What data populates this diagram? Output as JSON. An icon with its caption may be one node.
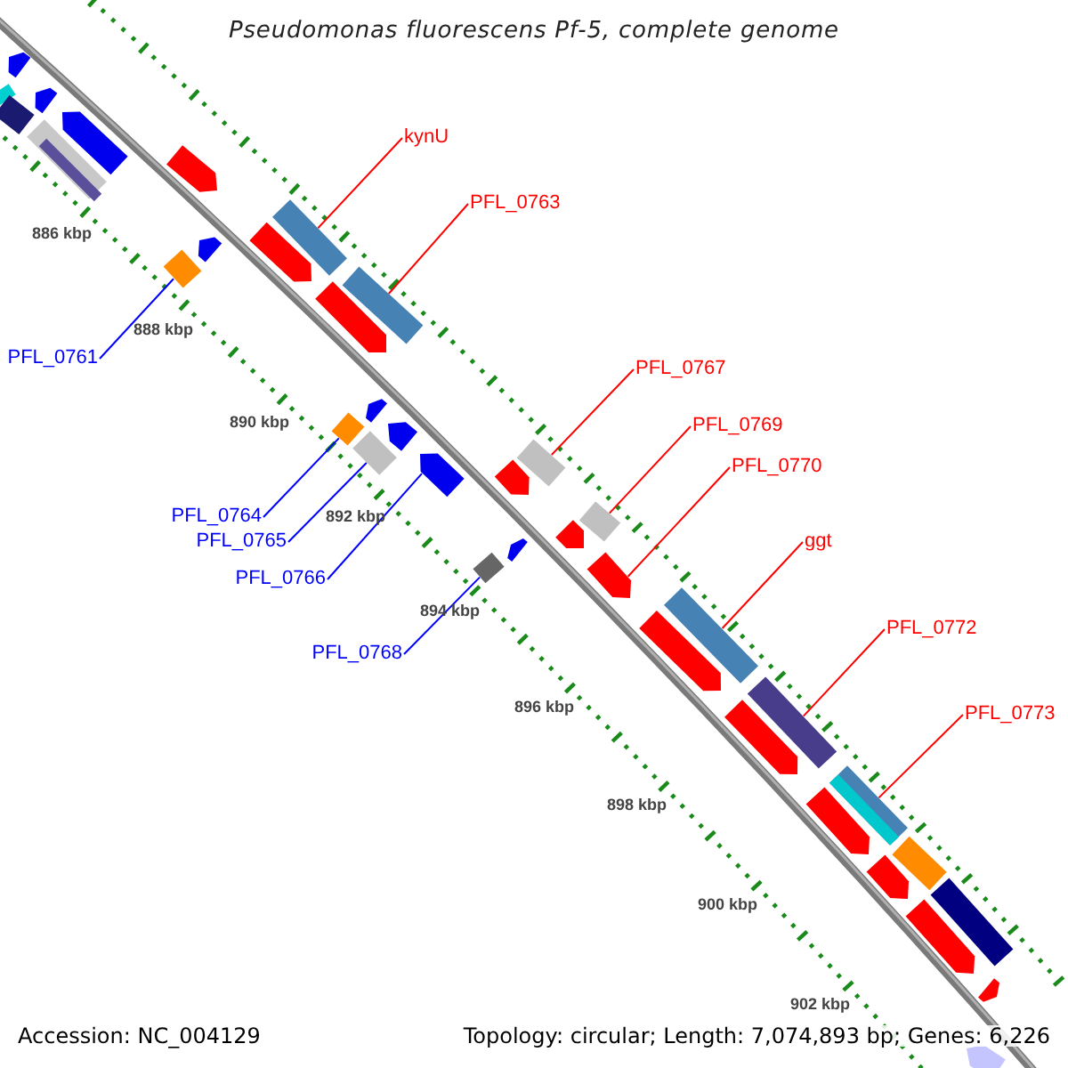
{
  "diagram": {
    "title": "Pseudomonas fluorescens Pf-5, complete genome",
    "nodes": [
      {
        "text": [
          "kynU"
        ]
      },
      {
        "text": [
          "PFL_0763"
        ]
      },
      {
        "text": [
          "PFL_0761"
        ]
      },
      {
        "text": [
          "PFL_0767"
        ]
      },
      {
        "text": [
          "PFL_0769"
        ]
      },
      {
        "text": [
          "PFL_0770"
        ]
      },
      {
        "text": [
          "PFL_0764"
        ]
      },
      {
        "text": [
          "PFL_0765"
        ]
      },
      {
        "text": [
          "ggt"
        ]
      },
      {
        "text": [
          "PFL_0766"
        ]
      },
      {
        "text": [
          "PFL_0772"
        ]
      },
      {
        "text": [
          "PFL_0768"
        ]
      },
      {
        "text": [
          "PFL_0773"
        ]
      },
      {
        "text": [],
        "shape": "box"
      },
      {
        "text": [],
        "shape": "diamond"
      },
      {
        "text": [],
        "shape": "box"
      },
      {
        "text": [],
        "shape": "diamond"
      },
      {
        "text": [],
        "shape": "box"
      },
      {
        "text": [],
        "shape": "box"
      },
      {
        "text": [],
        "shape": "arrow"
      },
      {
        "text": [],
        "shape": "box"
      },
      {
        "text": [],
        "shape": "box"
      },
      {
        "text": [],
        "shape": "arrow"
      },
      {
        "text": [],
        "shape": "box"
      },
      {
        "text": [],
        "shape": "box"
      },
      {
        "text": [],
        "shape": "box"
      },
      {
        "text": [],
        "shape": "arrow"
      },
      {
        "text": [],
        "shape": "box"
      },
      {
        "text": [],
        "shape": "arrow"
      },
      {
        "text": [],
        "shape": "box"
      },
      {
        "text": [],
        "shape": "arrow"
      },
      {
        "text": [],
        "shape": "box"
      },
      {
        "text": [],
        "shape": "arrow"
      },
      {
        "text": [],
        "shape": "arrow"
      },
      {
        "text": [],
        "shape": "arrow"
      },
      {
        "text": [],
        "shape": "arrow"
      },
      {
        "text": [],
        "shape": "arrow"
      },
      {
        "text": [],
        "shape": "arrow"
      },
      {
        "text": [],
        "shape": "arrow"
      },
      {
        "text": [],
        "shape": "arrow"
      },
      {
        "text": [],
        "shape": "arrow"
      },
      {
        "text": [],
        "shape": "arrow"
      },
      {
        "text": [],
        "shape": "arrow"
      },
      {
        "text": [],
        "shape": "arrow"
      },
      {
        "text": [],
        "shape": "box"
      },
      {
        "text": [],
        "shape": "arrow"
      },
      {
        "text": [],
        "shape": "box"
      },
      {
        "text": [],
        "shape": "arrow"
      },
      {
        "text": [],
        "shape": "arrow"
      },
      {
        "text": [],
        "shape": "arrow"
      }
    ],
    "edges": [
      {
        "from": 0,
        "to": 13,
        "arrow": "none"
      },
      {
        "from": 1,
        "to": 15,
        "arrow": "none"
      },
      {
        "from": 2,
        "to": 14,
        "arrow": "none",
        "color": "#0000ff"
      },
      {
        "from": 3,
        "to": 18,
        "arrow": "none"
      },
      {
        "from": 4,
        "to": 20,
        "arrow": "none"
      },
      {
        "from": 5,
        "to": 22,
        "arrow": "none"
      },
      {
        "from": 6,
        "to": 16,
        "arrow": "none",
        "color": "#0000ff"
      },
      {
        "from": 7,
        "to": 17,
        "arrow": "none",
        "color": "#0000ff"
      },
      {
        "from": 8,
        "to": 23,
        "arrow": "none"
      },
      {
        "from": 9,
        "to": 19,
        "arrow": "none",
        "color": "#0000ff"
      },
      {
        "from": 10,
        "to": 24,
        "arrow": "none"
      },
      {
        "from": 11,
        "to": 21,
        "arrow": "none",
        "color": "#0000ff"
      },
      {
        "from": 12,
        "to": 25,
        "arrow": "none"
      }
    ],
    "labels": [
      "886 kbp",
      "888 kbp",
      "890 kbp",
      "892 kbp",
      "894 kbp",
      "896 kbp",
      "898 kbp",
      "900 kbp",
      "902 kbp",
      "Accession: NC_004129",
      "Topology: circular; Length: 7,074,893 bp; Genes: 6,226"
    ]
  }
}
